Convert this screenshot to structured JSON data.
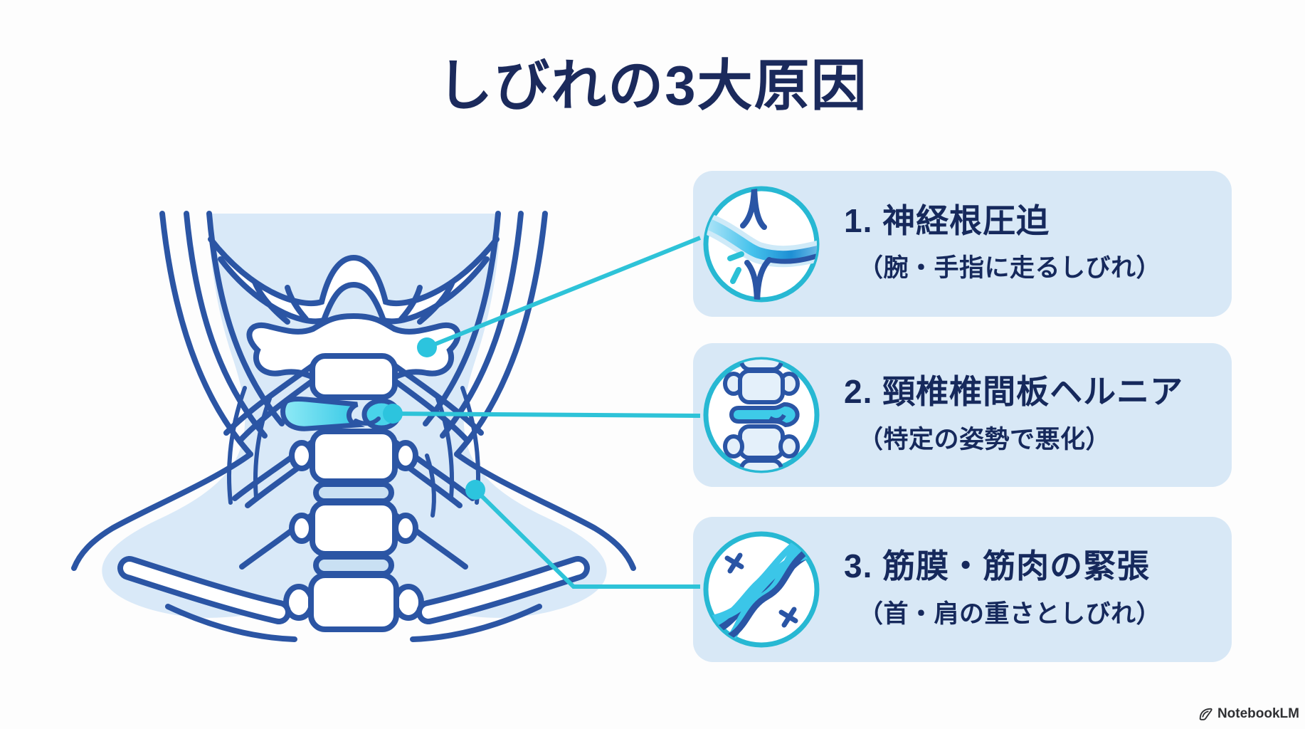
{
  "title": {
    "text": "しびれの3大原因"
  },
  "cards": [
    {
      "title": "1. 神経根圧迫",
      "subtitle": "（腕・手指に走るしびれ）",
      "icon": "pinched-nerve-icon"
    },
    {
      "title": "2. 頸椎椎間板ヘルニア",
      "subtitle": "（特定の姿勢で悪化）",
      "icon": "disc-herniation-icon"
    },
    {
      "title": "3. 筋膜・筋肉の緊張",
      "subtitle": "（首・肩の重さとしびれ）",
      "icon": "muscle-tension-icon"
    }
  ],
  "watermark": {
    "text": "NotebookLM"
  },
  "colors": {
    "title_text": "#1b2a5c",
    "card_background": "#d8e8f6",
    "card_text": "#16295c",
    "outline_blue": "#2b55a4",
    "neck_fill": "#d9e9f8",
    "disc_normal": "#c9e0f3",
    "disc_highlight": "#3ecbe8",
    "leader_teal": "#2ec3d8",
    "icon_ring_teal": "#27b8d3",
    "page_background": "#fdfdfd"
  }
}
